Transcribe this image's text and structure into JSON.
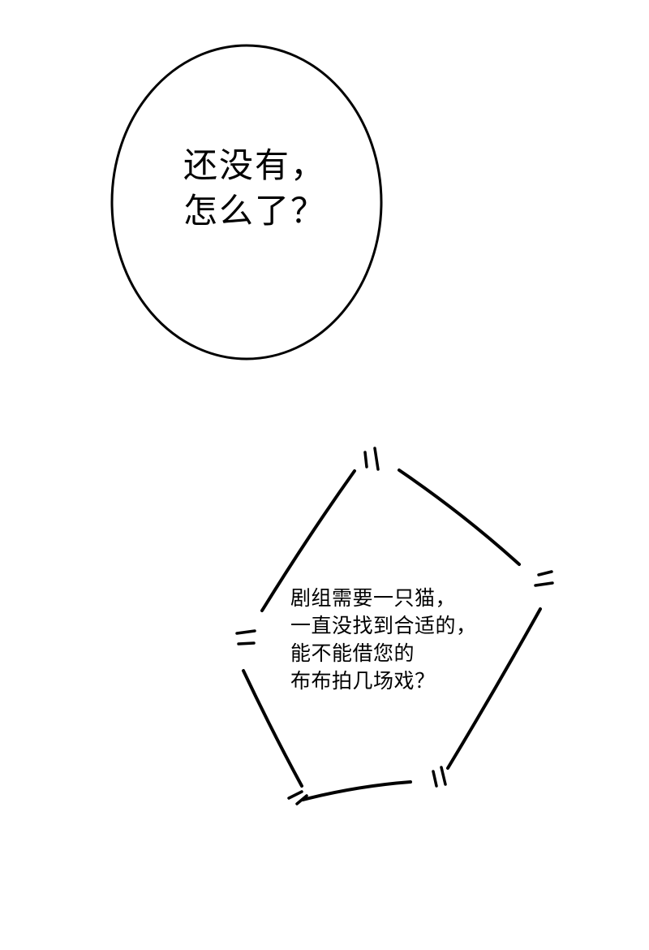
{
  "speech_bubble": {
    "lines": [
      "还没有，",
      "怎么了？"
    ]
  },
  "thought_bubble": {
    "lines": [
      "剧组需要一只猫，",
      "一直没找到合适的，",
      "能不能借您的",
      "布布拍几场戏？"
    ]
  },
  "colors": {
    "background": "#ffffff",
    "ink": "#000000"
  }
}
